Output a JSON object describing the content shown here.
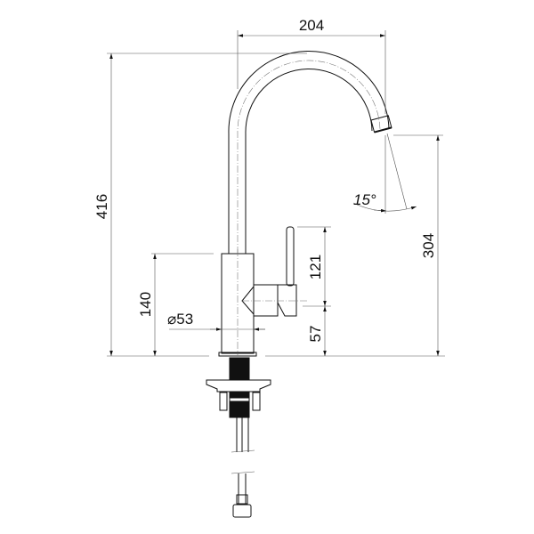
{
  "dimensions": {
    "spout_reach": "204",
    "total_height": "416",
    "spout_height": "304",
    "body_height": "140",
    "lever_height": "121",
    "lever_axis_height": "57",
    "body_diameter": "⌀53",
    "spout_angle": "15°"
  },
  "colors": {
    "line": "#111111",
    "background": "#ffffff"
  }
}
